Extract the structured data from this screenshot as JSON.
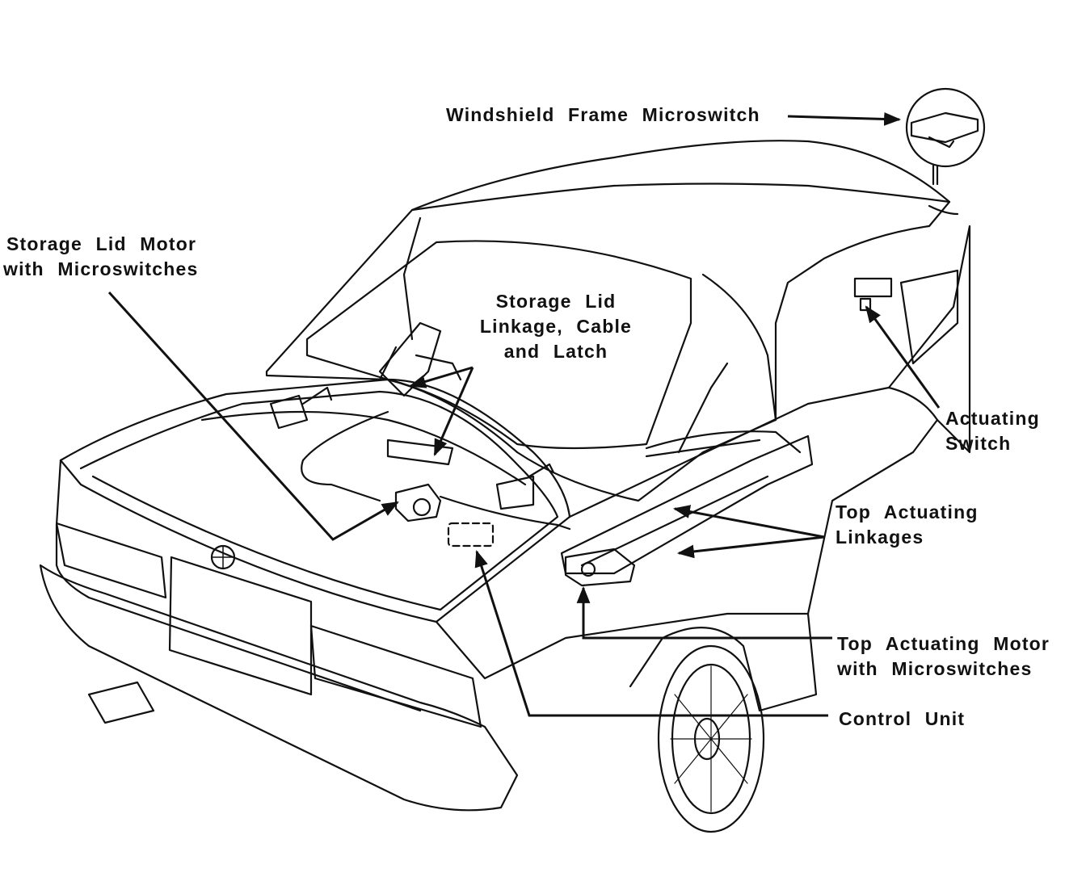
{
  "labels": {
    "windshield_frame_microswitch": "Windshield Frame Microswitch",
    "storage_lid_motor": [
      "Storage Lid Motor",
      "with Microswitches"
    ],
    "storage_lid_linkage": [
      "Storage Lid",
      "Linkage, Cable",
      "and Latch"
    ],
    "actuating_switch": [
      "Actuating",
      "Switch"
    ],
    "top_actuating_linkages": [
      "Top Actuating",
      "Linkages"
    ],
    "top_actuating_motor": [
      "Top Actuating Motor",
      "with Microswitches"
    ],
    "control_unit": "Control Unit"
  }
}
